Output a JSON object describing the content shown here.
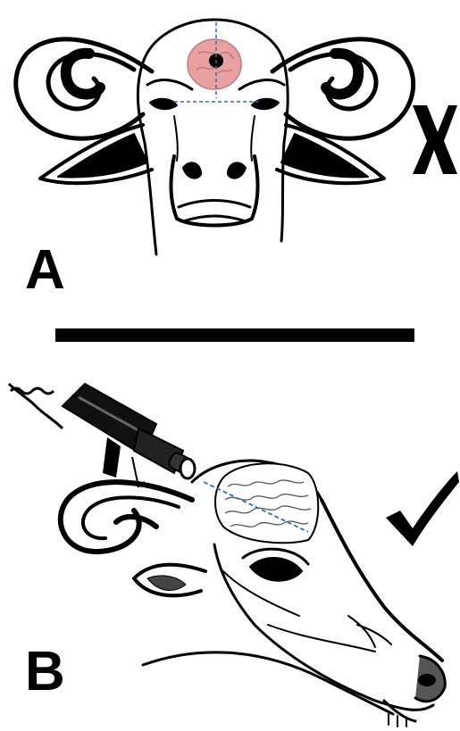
{
  "panels": [
    {
      "label": "A",
      "verdict": "cross-mark",
      "subject": "buffalo-head-frontal"
    },
    {
      "label": "B",
      "verdict": "check-mark",
      "subject": "buffalo-head-lateral"
    }
  ],
  "colors": {
    "ink": "#000000",
    "brain": "#e8a0a0",
    "guide_line": "#2a6fc0",
    "background": "#ffffff"
  }
}
